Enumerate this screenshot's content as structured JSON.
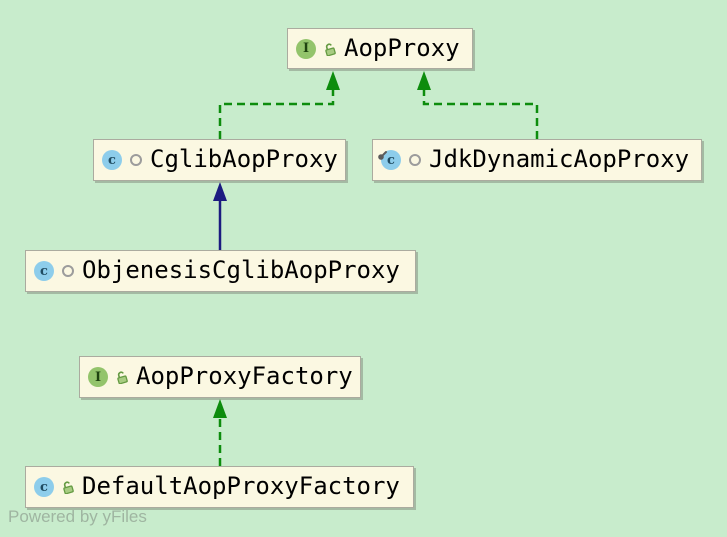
{
  "diagram": {
    "type": "uml-class-diagram",
    "watermark": "Powered by yFiles",
    "colors": {
      "background": "#c8eccc",
      "node_fill": "#fbf8e2",
      "node_border": "#abab9f",
      "realization_edge_green": "#0d8c0d",
      "generalization_edge_navy": "#1b1b80",
      "interface_icon_fill": "#93c46b",
      "class_icon_fill": "#8dcdeb",
      "watermark_text": "#7d887d"
    },
    "nodes": [
      {
        "label": "AopProxy",
        "kind": "interface",
        "icon_letter": "I",
        "visibility": "public",
        "modifier": ""
      },
      {
        "label": "CglibAopProxy",
        "kind": "class",
        "icon_letter": "c",
        "visibility": "package-private",
        "modifier": ""
      },
      {
        "label": "JdkDynamicAopProxy",
        "kind": "class",
        "icon_letter": "c",
        "visibility": "package-private",
        "modifier": "final"
      },
      {
        "label": "ObjenesisCglibAopProxy",
        "kind": "class",
        "icon_letter": "c",
        "visibility": "package-private",
        "modifier": ""
      },
      {
        "label": "AopProxyFactory",
        "kind": "interface",
        "icon_letter": "I",
        "visibility": "public",
        "modifier": ""
      },
      {
        "label": "DefaultAopProxyFactory",
        "kind": "class",
        "icon_letter": "c",
        "visibility": "public",
        "modifier": ""
      }
    ],
    "edges": [
      {
        "from": "CglibAopProxy",
        "to": "AopProxy",
        "type": "realization-implements",
        "style": "dashed-green"
      },
      {
        "from": "JdkDynamicAopProxy",
        "to": "AopProxy",
        "type": "realization-implements",
        "style": "dashed-green"
      },
      {
        "from": "ObjenesisCglibAopProxy",
        "to": "CglibAopProxy",
        "type": "generalization-extends",
        "style": "solid-navy"
      },
      {
        "from": "DefaultAopProxyFactory",
        "to": "AopProxyFactory",
        "type": "realization-implements",
        "style": "dashed-green"
      }
    ]
  }
}
